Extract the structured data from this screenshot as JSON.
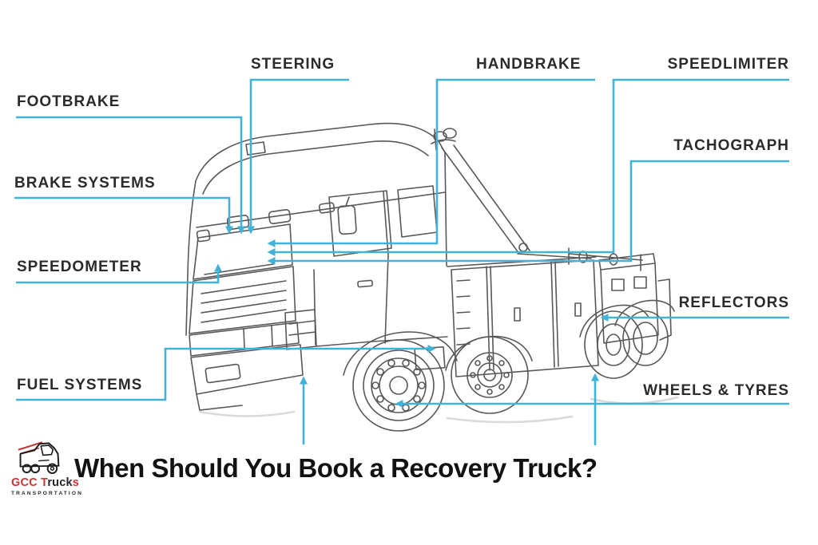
{
  "diagram": {
    "line_color": "#41b2d8",
    "label_color": "#2b2b2b",
    "labels": {
      "footbrake": "FOOTBRAKE",
      "brake_systems": "BRAKE SYSTEMS",
      "speedometer": "SPEEDOMETER",
      "fuel_systems": "FUEL SYSTEMS",
      "steering": "STEERING",
      "handbrake": "HANDBRAKE",
      "speedlimiter": "SPEEDLIMITER",
      "tachograph": "TACHOGRAPH",
      "reflectors": "REFLECTORS",
      "wheels_tyres": "WHEELS & TYRES"
    }
  },
  "heading": {
    "title": "When Should You Book a Recovery Truck?"
  },
  "logo": {
    "icon": "truck-icon",
    "brand_red_1": "GCC T",
    "brand_dark": "ruck",
    "brand_red_2": "s",
    "tagline": "TRANSPORTATION",
    "brand_color": "#d23434"
  }
}
